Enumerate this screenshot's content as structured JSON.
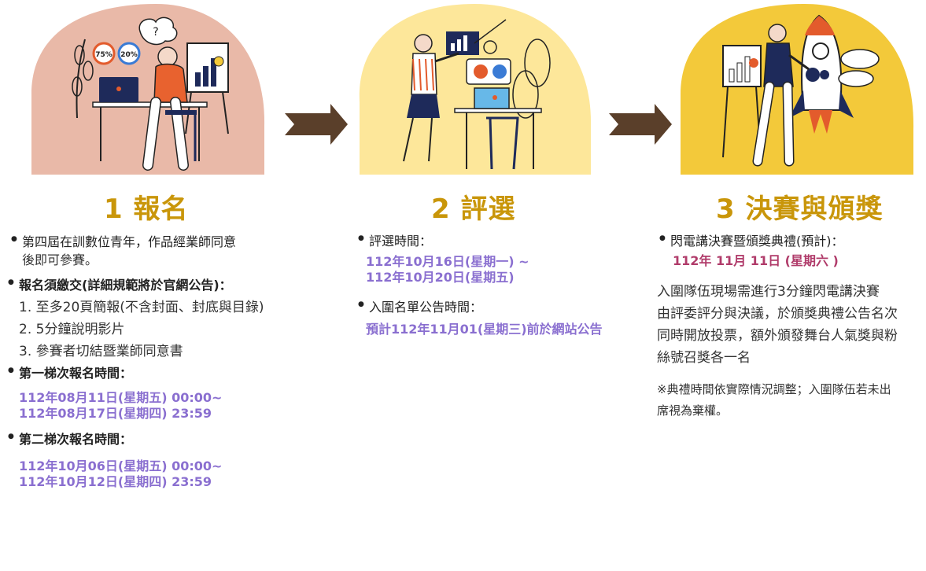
{
  "colors": {
    "title": "#c9960a",
    "date": "#8a6fd0",
    "date_highlight": "#b03b6a",
    "arrow": "#5a3f2a",
    "blob1": "#e9b9a8",
    "blob2": "#fde79a",
    "blob3": "#f3c93a"
  },
  "steps": [
    {
      "title": "1 報名",
      "intro_line1": "第四屆在訓數位青年，作品經業師同意",
      "intro_line2": "後即可參賽。",
      "submit_heading": "報名須繳交(詳細規範將於官網公告)：",
      "submit_items": [
        "1. 至多20頁簡報(不含封面、封底與目錄)",
        "2. 5分鐘說明影片",
        "3. 參賽者切結暨業師同意書"
      ],
      "batch1_heading": "第一梯次報名時間：",
      "batch1_start": "112年08月11日(星期五) 00:00~",
      "batch1_end": "112年08月17日(星期四) 23:59",
      "batch2_heading": "第二梯次報名時間：",
      "batch2_start": "112年10月06日(星期五) 00:00~",
      "batch2_end": "112年10月12日(星期四) 23:59",
      "illus_badges": [
        "75%",
        "20%"
      ]
    },
    {
      "title": "2 評選",
      "eval_heading": "評選時間：",
      "eval_start": "112年10月16日(星期一) ~",
      "eval_end": "112年10月20日(星期五)",
      "shortlist_heading": "入圍名單公告時間：",
      "shortlist_date": "預計112年11月01(星期三)前於網站公告"
    },
    {
      "title": "3 決賽與頒獎",
      "ceremony_heading": "閃電講決賽暨頒獎典禮(預計)：",
      "ceremony_date": "112年 11月 11日 (星期六 )",
      "desc_lines": [
        "入圍隊伍現場需進行3分鐘閃電講決賽",
        "由評委評分與決議，於頒獎典禮公告名次",
        "同時開放投票，額外頒發舞台人氣獎與粉",
        "絲號召獎各一名"
      ],
      "note_lines": [
        "※典禮時間依實際情況調整；入圍隊伍若未出",
        "席視為棄權。"
      ]
    }
  ]
}
